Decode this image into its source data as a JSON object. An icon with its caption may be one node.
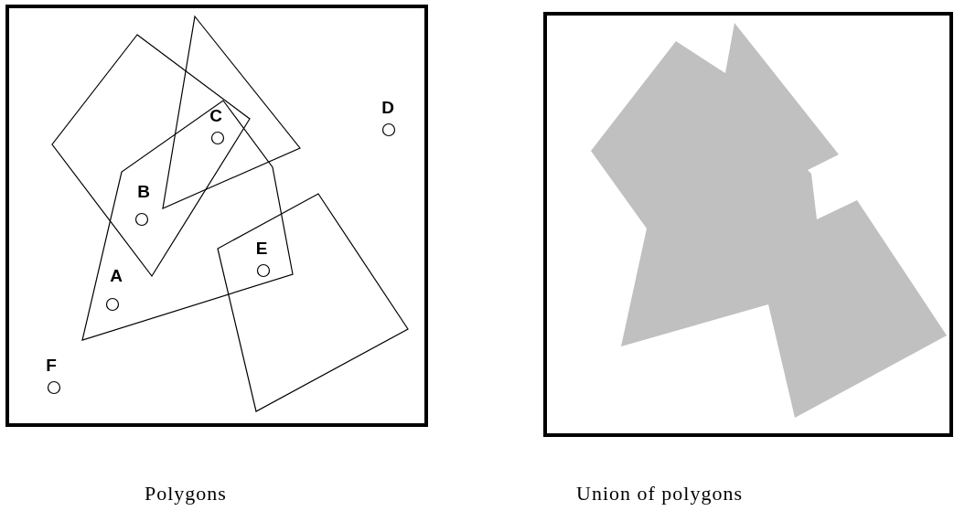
{
  "diagram": {
    "labels": [
      "C",
      "D",
      "B",
      "E",
      "A",
      "F",
      "Polygons",
      "Union of polygons"
    ]
  }
}
